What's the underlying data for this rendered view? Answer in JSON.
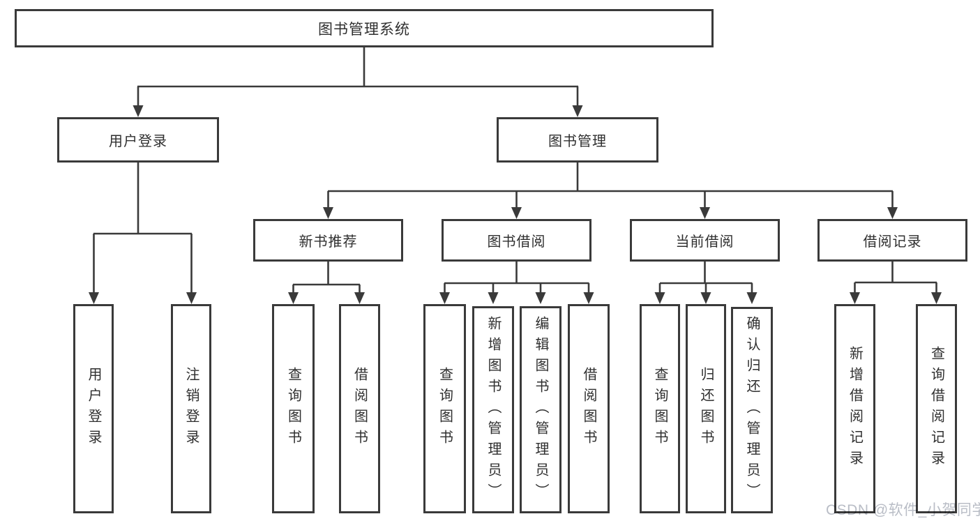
{
  "diagram": {
    "root": {
      "label": "图书管理系统"
    },
    "branches": [
      {
        "label": "用户登录",
        "children": [
          {
            "label": "用户登录"
          },
          {
            "label": "注销登录"
          }
        ]
      },
      {
        "label": "图书管理",
        "children": [
          {
            "label": "新书推荐",
            "children": [
              {
                "label": "查询图书"
              },
              {
                "label": "借阅图书"
              }
            ]
          },
          {
            "label": "图书借阅",
            "children": [
              {
                "label": "查询图书"
              },
              {
                "label": "新增图书（管理员）"
              },
              {
                "label": "编辑图书（管理员）"
              },
              {
                "label": "借阅图书"
              }
            ]
          },
          {
            "label": "当前借阅",
            "children": [
              {
                "label": "查询图书"
              },
              {
                "label": "归还图书"
              },
              {
                "label": "确认归还（管理员）"
              }
            ]
          },
          {
            "label": "借阅记录",
            "children": [
              {
                "label": "新增借阅记录"
              },
              {
                "label": "查询借阅记录"
              }
            ]
          }
        ]
      }
    ]
  },
  "watermark": {
    "text": "CSDN @软件_小贺同学"
  },
  "colors": {
    "line": "#3a3a3a",
    "box_background": "#ffffff",
    "text": "#2f2f2f",
    "watermark": "#b9bdc6"
  }
}
